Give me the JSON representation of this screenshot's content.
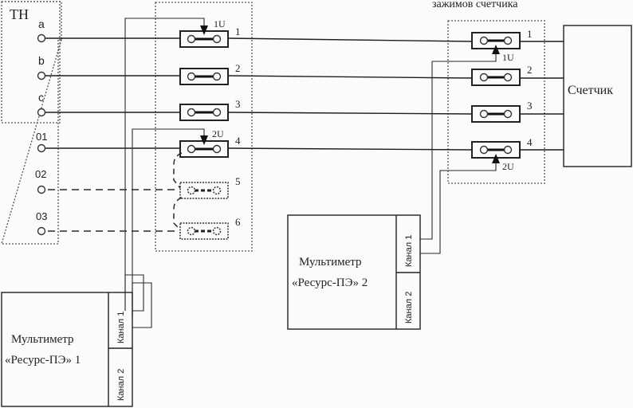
{
  "diagram": {
    "caption_top": "зажимов счетчика",
    "tn_block": {
      "title": "ТН",
      "terminals": [
        "a",
        "b",
        "c",
        "01",
        "02",
        "03"
      ]
    },
    "test_block_left": {
      "switch_numbers": [
        "1",
        "2",
        "3",
        "4",
        "5",
        "6"
      ],
      "probe_labels": [
        "1U",
        "2U"
      ]
    },
    "test_block_right": {
      "switch_numbers": [
        "1",
        "2",
        "3",
        "4"
      ],
      "probe_labels": [
        "1U",
        "2U"
      ]
    },
    "meter": {
      "label": "Счетчик"
    },
    "multimeter_1": {
      "line1": "Мультиметр",
      "line2": "«Ресурс-ПЭ» 1",
      "channel1": "Канал 1",
      "channel2": "Канал 2"
    },
    "multimeter_2": {
      "line1": "Мультиметр",
      "line2": "«Ресурс-ПЭ» 2",
      "channel1": "Канал 1",
      "channel2": "Канал 2"
    }
  }
}
